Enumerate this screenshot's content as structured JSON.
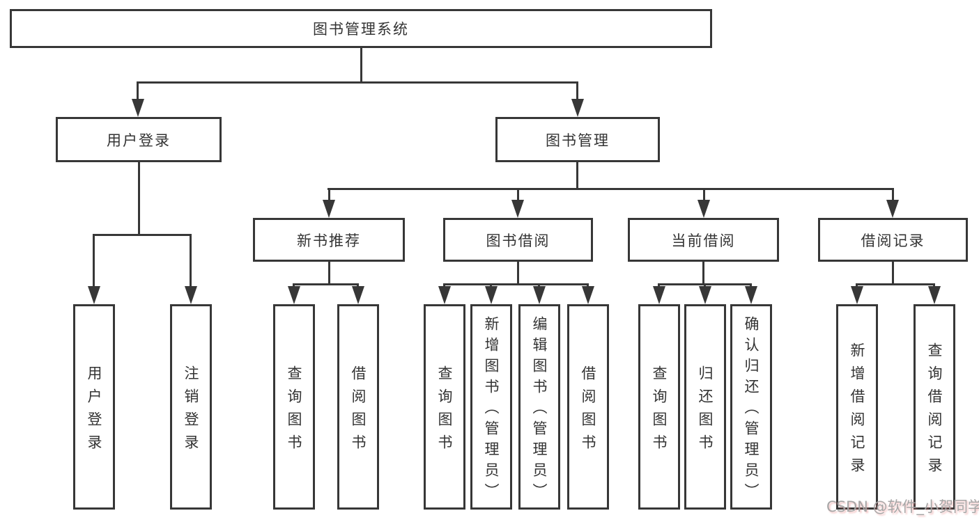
{
  "tree": {
    "root": "图书管理系统",
    "branches": [
      {
        "label": "用户登录",
        "leaves": [
          "用户登录",
          "注销登录"
        ]
      },
      {
        "label": "图书管理",
        "groups": [
          {
            "label": "新书推荐",
            "leaves": [
              "查询图书",
              "借阅图书"
            ]
          },
          {
            "label": "图书借阅",
            "leaves": [
              "查询图书",
              "新增图书（管理员）",
              "编辑图书（管理员）",
              "借阅图书"
            ]
          },
          {
            "label": "当前借阅",
            "leaves": [
              "查询图书",
              "归还图书",
              "确认归还（管理员）"
            ]
          },
          {
            "label": "借阅记录",
            "leaves": [
              "新增借阅记录",
              "查询借阅记录"
            ]
          }
        ]
      }
    ]
  },
  "watermark": "CSDN @软件_小贺同学",
  "colors": {
    "line": "#373737",
    "text": "#333333",
    "watermark": "#a6a6a6",
    "background": "#ffffff"
  }
}
